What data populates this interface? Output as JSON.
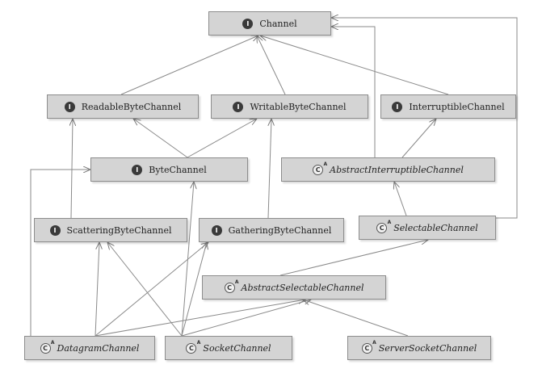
{
  "nodes": [
    {
      "id": "Channel",
      "label": "Channel",
      "kind": "interface",
      "icon": "interface-icon"
    },
    {
      "id": "ReadableByteChannel",
      "label": "ReadableByteChannel",
      "kind": "interface",
      "icon": "interface-icon"
    },
    {
      "id": "WritableByteChannel",
      "label": "WritableByteChannel",
      "kind": "interface",
      "icon": "interface-icon"
    },
    {
      "id": "InterruptibleChannel",
      "label": "InterruptibleChannel",
      "kind": "interface",
      "icon": "interface-icon"
    },
    {
      "id": "ByteChannel",
      "label": "ByteChannel",
      "kind": "interface",
      "icon": "interface-icon"
    },
    {
      "id": "AbstractInterruptibleChannel",
      "label": "AbstractInterruptibleChannel",
      "kind": "abstract",
      "icon": "abstract-class-icon"
    },
    {
      "id": "ScatteringByteChannel",
      "label": "ScatteringByteChannel",
      "kind": "interface",
      "icon": "interface-icon"
    },
    {
      "id": "GatheringByteChannel",
      "label": "GatheringByteChannel",
      "kind": "interface",
      "icon": "interface-icon"
    },
    {
      "id": "SelectableChannel",
      "label": "SelectableChannel",
      "kind": "abstract",
      "icon": "abstract-class-icon"
    },
    {
      "id": "AbstractSelectableChannel",
      "label": "AbstractSelectableChannel",
      "kind": "abstract",
      "icon": "abstract-class-icon"
    },
    {
      "id": "DatagramChannel",
      "label": "DatagramChannel",
      "kind": "abstract",
      "icon": "abstract-class-icon"
    },
    {
      "id": "SocketChannel",
      "label": "SocketChannel",
      "kind": "abstract",
      "icon": "abstract-class-icon"
    },
    {
      "id": "ServerSocketChannel",
      "label": "ServerSocketChannel",
      "kind": "abstract",
      "icon": "abstract-class-icon"
    }
  ],
  "edges": [
    {
      "from": "ReadableByteChannel",
      "to": "Channel"
    },
    {
      "from": "WritableByteChannel",
      "to": "Channel"
    },
    {
      "from": "InterruptibleChannel",
      "to": "Channel"
    },
    {
      "from": "ByteChannel",
      "to": "ReadableByteChannel"
    },
    {
      "from": "ByteChannel",
      "to": "WritableByteChannel"
    },
    {
      "from": "AbstractInterruptibleChannel",
      "to": "Channel"
    },
    {
      "from": "AbstractInterruptibleChannel",
      "to": "InterruptibleChannel"
    },
    {
      "from": "ScatteringByteChannel",
      "to": "ReadableByteChannel"
    },
    {
      "from": "GatheringByteChannel",
      "to": "WritableByteChannel"
    },
    {
      "from": "SelectableChannel",
      "to": "AbstractInterruptibleChannel"
    },
    {
      "from": "SelectableChannel",
      "to": "Channel"
    },
    {
      "from": "AbstractSelectableChannel",
      "to": "SelectableChannel"
    },
    {
      "from": "DatagramChannel",
      "to": "ByteChannel"
    },
    {
      "from": "DatagramChannel",
      "to": "ScatteringByteChannel"
    },
    {
      "from": "DatagramChannel",
      "to": "GatheringByteChannel"
    },
    {
      "from": "DatagramChannel",
      "to": "AbstractSelectableChannel"
    },
    {
      "from": "SocketChannel",
      "to": "ByteChannel"
    },
    {
      "from": "SocketChannel",
      "to": "ScatteringByteChannel"
    },
    {
      "from": "SocketChannel",
      "to": "GatheringByteChannel"
    },
    {
      "from": "SocketChannel",
      "to": "AbstractSelectableChannel"
    },
    {
      "from": "ServerSocketChannel",
      "to": "AbstractSelectableChannel"
    }
  ]
}
